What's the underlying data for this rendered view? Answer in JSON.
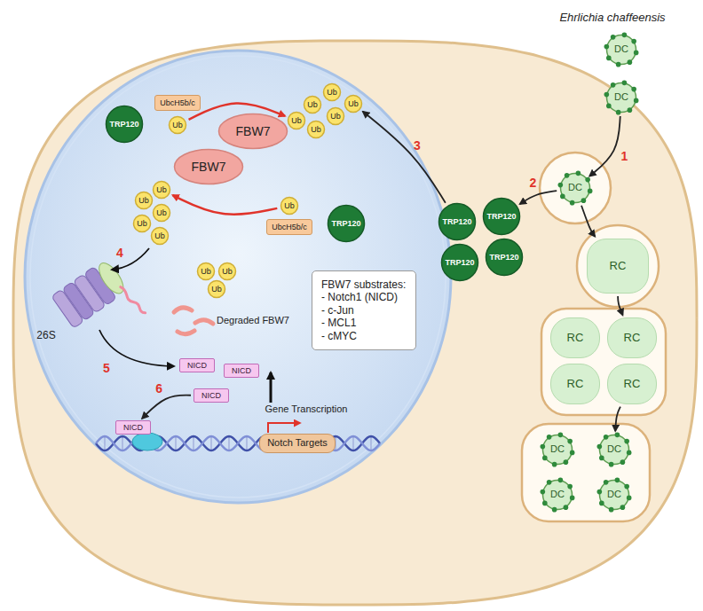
{
  "diagram": {
    "nodes": [
      {
        "text": [
          "DC"
        ]
      },
      {
        "text": [
          "DC"
        ]
      },
      {
        "text": [
          "DC"
        ]
      },
      {
        "text": [
          "RC"
        ]
      },
      {
        "text": [
          "RC"
        ]
      },
      {
        "text": [
          "RC"
        ]
      },
      {
        "text": [
          "RC"
        ]
      },
      {
        "text": [
          "RC"
        ]
      },
      {
        "text": [
          "DC"
        ]
      },
      {
        "text": [
          "DC"
        ]
      },
      {
        "text": [
          "DC"
        ]
      },
      {
        "text": [
          "DC"
        ]
      },
      {
        "text": [
          "TRP120"
        ]
      },
      {
        "text": [
          "TRP120"
        ]
      },
      {
        "text": [
          "TRP120"
        ]
      },
      {
        "text": [
          "TRP120"
        ]
      },
      {
        "text": [
          "TRP120"
        ]
      },
      {
        "text": [
          "UbcH5b/c"
        ]
      },
      {
        "text": [
          "Ub"
        ]
      },
      {
        "text": [
          "FBW7"
        ]
      },
      {
        "text": [
          "FBW7"
        ]
      },
      {
        "text": [
          "Ub"
        ]
      },
      {
        "text": [
          "Ub"
        ]
      },
      {
        "text": [
          "Ub"
        ]
      },
      {
        "text": [
          "Ub"
        ]
      },
      {
        "text": [
          "Ub"
        ]
      },
      {
        "text": [
          "Ub"
        ]
      },
      {
        "text": [
          "TRP120"
        ]
      },
      {
        "text": [
          "UbcH5b/c"
        ]
      },
      {
        "text": [
          "Ub"
        ]
      },
      {
        "text": [
          "Ub"
        ]
      },
      {
        "text": [
          "Ub"
        ]
      },
      {
        "text": [
          "Ub"
        ]
      },
      {
        "text": [
          "Ub"
        ]
      },
      {
        "text": [
          "Ub"
        ]
      },
      {
        "text": [
          "Ub"
        ]
      },
      {
        "text": [
          "Ub"
        ]
      },
      {
        "text": [
          "Ub"
        ]
      },
      {
        "text": [
          "NICD"
        ]
      },
      {
        "text": [
          "NICD"
        ]
      },
      {
        "text": [
          "NICD"
        ]
      },
      {
        "text": [
          "NICD"
        ]
      },
      {
        "text": [
          "Notch Targets"
        ]
      },
      {
        "text": [
          "FBW7 substrates:",
          "- Notch1 (NICD)",
          "- c-Jun",
          "- MCL1",
          "- cMYC"
        ]
      }
    ],
    "edges": [
      {
        "from": 1,
        "to": 2,
        "arrow": "to",
        "label": "1"
      },
      {
        "from": 2,
        "to": 3,
        "arrow": "to"
      },
      {
        "from": 3,
        "to": 5,
        "arrow": "to"
      },
      {
        "from": 7,
        "to": 9,
        "arrow": "to"
      },
      {
        "from": 2,
        "to": 13,
        "arrow": "to",
        "label": "2"
      },
      {
        "from": 12,
        "to": 26,
        "arrow": "to",
        "label": "3"
      },
      {
        "from": 18,
        "to": 21,
        "arrow": "to"
      },
      {
        "from": 29,
        "to": 30,
        "arrow": "to"
      },
      {
        "from": 40,
        "to": 41,
        "arrow": "to",
        "label": "6"
      }
    ],
    "labels": [
      "Ehrlichia chaffeensis",
      "4",
      "26S",
      "Degraded FBW7",
      "5",
      "Gene Transcription"
    ]
  }
}
